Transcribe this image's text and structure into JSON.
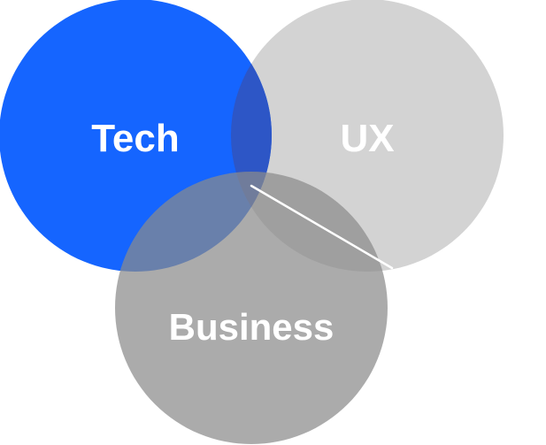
{
  "venn": {
    "sets": [
      {
        "id": "tech",
        "label": "Tech",
        "color": "#1565ff"
      },
      {
        "id": "ux",
        "label": "UX",
        "color": "#d3d3d3"
      },
      {
        "id": "business",
        "label": "Business",
        "color": "#a3a3a3"
      }
    ],
    "connector_color": "#ffffff"
  }
}
